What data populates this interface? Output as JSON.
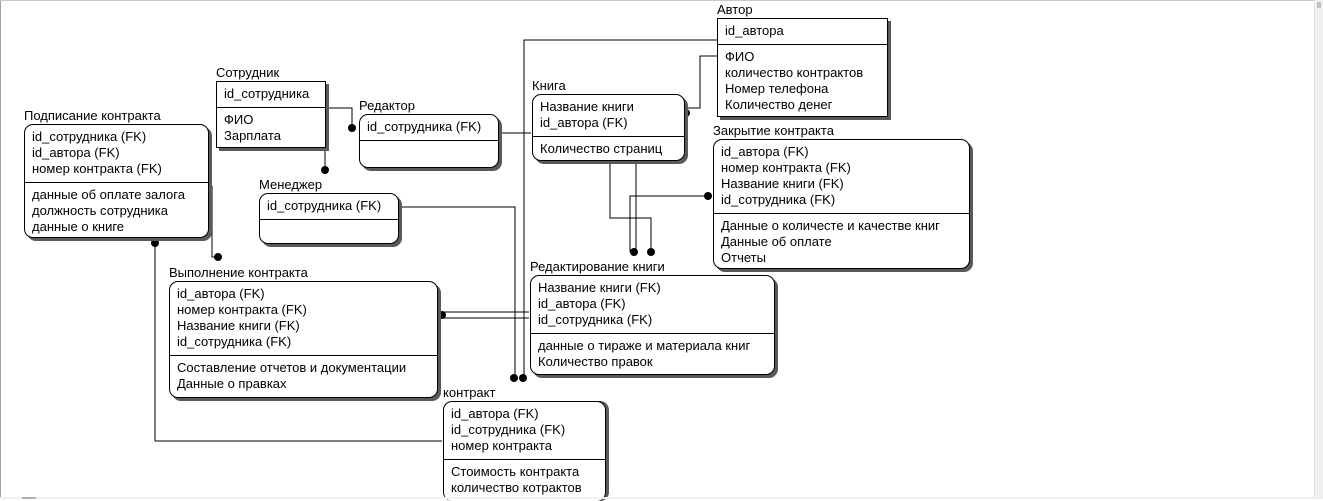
{
  "entities": {
    "podpisanie": {
      "title": "Подписание контракта",
      "keys": [
        "id_сотрудника (FK)",
        "id_автора (FK)",
        "номер контракта (FK)"
      ],
      "attrs": [
        "данные об оплате залога",
        "должность сотрудника",
        "данные о книге"
      ]
    },
    "sotrudnik": {
      "title": "Сотрудник",
      "keys": [
        "id_сотрудника"
      ],
      "attrs": [
        "ФИО",
        "Зарплата"
      ]
    },
    "menedzher": {
      "title": "Менеджер",
      "keys": [
        "id_сотрудника (FK)"
      ],
      "attrs": []
    },
    "redaktor": {
      "title": "Редактор",
      "keys": [
        "id_сотрудника (FK)"
      ],
      "attrs": []
    },
    "kniga": {
      "title": "Книга",
      "keys": [
        "Название книги",
        "id_автора (FK)"
      ],
      "attrs": [
        "Количество страниц"
      ]
    },
    "avtor": {
      "title": "Автор",
      "keys": [
        "id_автора"
      ],
      "attrs": [
        "ФИО",
        "количество контрактов",
        "Номер телефона",
        "Количество денег"
      ]
    },
    "zakrytie": {
      "title": "Закрытие контракта",
      "keys": [
        "id_автора (FK)",
        "номер контракта (FK)",
        "Название книги (FK)",
        "id_сотрудника (FK)"
      ],
      "attrs": [
        "Данные о количесте и качестве книг",
        "Данные об оплате",
        "Отчеты"
      ]
    },
    "vypolnenie": {
      "title": "Выполнение контракта",
      "keys": [
        "id_автора (FK)",
        "номер контракта (FK)",
        "Название книги (FK)",
        "id_сотрудника (FK)"
      ],
      "attrs": [
        "Составление отчетов и документации",
        "Данные о правках"
      ]
    },
    "redaktirovanie": {
      "title": "Редактирование книги",
      "keys": [
        "Название книги (FK)",
        "id_автора (FK)",
        "id_сотрудника (FK)"
      ],
      "attrs": [
        "данные о тираже и материала книг",
        "Количество правок"
      ]
    },
    "kontrakt": {
      "title": "контракт",
      "keys": [
        "id_автора (FK)",
        "id_сотрудника (FK)",
        "номер контракта"
      ],
      "attrs": [
        "Стоимость контракта",
        "количество котрактов"
      ]
    }
  },
  "colors": {
    "line": "#000000",
    "shadow": "#5a5a5a",
    "background": "#ffffff"
  }
}
